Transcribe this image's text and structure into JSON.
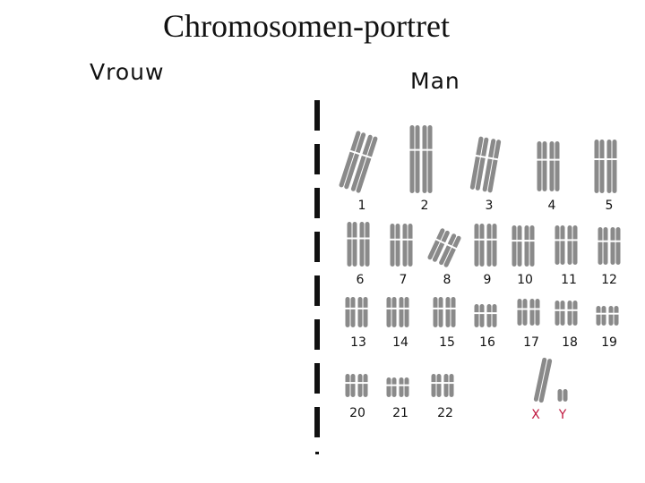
{
  "title": "Chromosomen-portret",
  "labels": {
    "female": "Vrouw",
    "male": "Man"
  },
  "colors": {
    "chromosome": "#8a8a8a",
    "sex_label": "#c0173f",
    "text": "#111111"
  },
  "chromosomes": {
    "autosomes": [
      "1",
      "2",
      "3",
      "4",
      "5",
      "6",
      "7",
      "8",
      "9",
      "10",
      "11",
      "12",
      "13",
      "14",
      "15",
      "16",
      "17",
      "18",
      "19",
      "20",
      "21",
      "22"
    ],
    "sex": [
      "X",
      "Y"
    ]
  }
}
